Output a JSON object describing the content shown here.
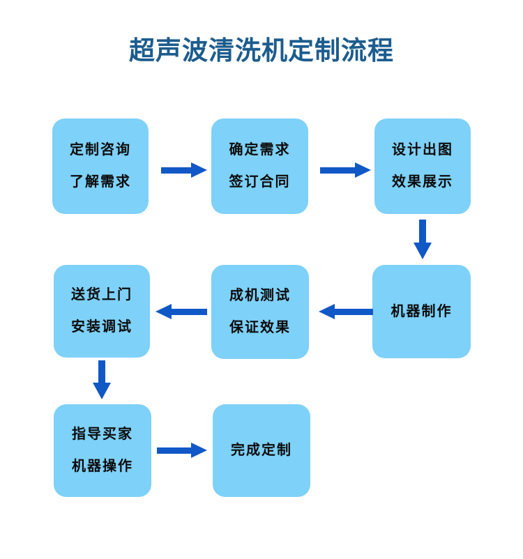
{
  "title": {
    "text": "超声波清洗机定制流程"
  },
  "colors": {
    "title": "#1c5c8e",
    "box_fill": "#7ed1f8",
    "box_text": "#0b0b0b",
    "arrow": "#1158c7"
  },
  "flow": {
    "nodes": [
      {
        "id": "consultation",
        "lines": [
          "定制咨询",
          "了解需求"
        ]
      },
      {
        "id": "confirm",
        "lines": [
          "确定需求",
          "签订合同"
        ]
      },
      {
        "id": "design",
        "lines": [
          "设计出图",
          "效果展示"
        ]
      },
      {
        "id": "production",
        "lines": [
          "机器制作"
        ]
      },
      {
        "id": "testing",
        "lines": [
          "成机测试",
          "保证效果"
        ]
      },
      {
        "id": "delivery",
        "lines": [
          "送货上门",
          "安装调试"
        ]
      },
      {
        "id": "guidance",
        "lines": [
          "指导买家",
          "机器操作"
        ]
      },
      {
        "id": "complete",
        "lines": [
          "完成定制"
        ]
      }
    ],
    "edges": [
      {
        "from": "consultation",
        "to": "confirm",
        "direction": "right"
      },
      {
        "from": "confirm",
        "to": "design",
        "direction": "right"
      },
      {
        "from": "design",
        "to": "production",
        "direction": "down"
      },
      {
        "from": "production",
        "to": "testing",
        "direction": "left"
      },
      {
        "from": "testing",
        "to": "delivery",
        "direction": "left"
      },
      {
        "from": "delivery",
        "to": "guidance",
        "direction": "down"
      },
      {
        "from": "guidance",
        "to": "complete",
        "direction": "right"
      }
    ]
  }
}
